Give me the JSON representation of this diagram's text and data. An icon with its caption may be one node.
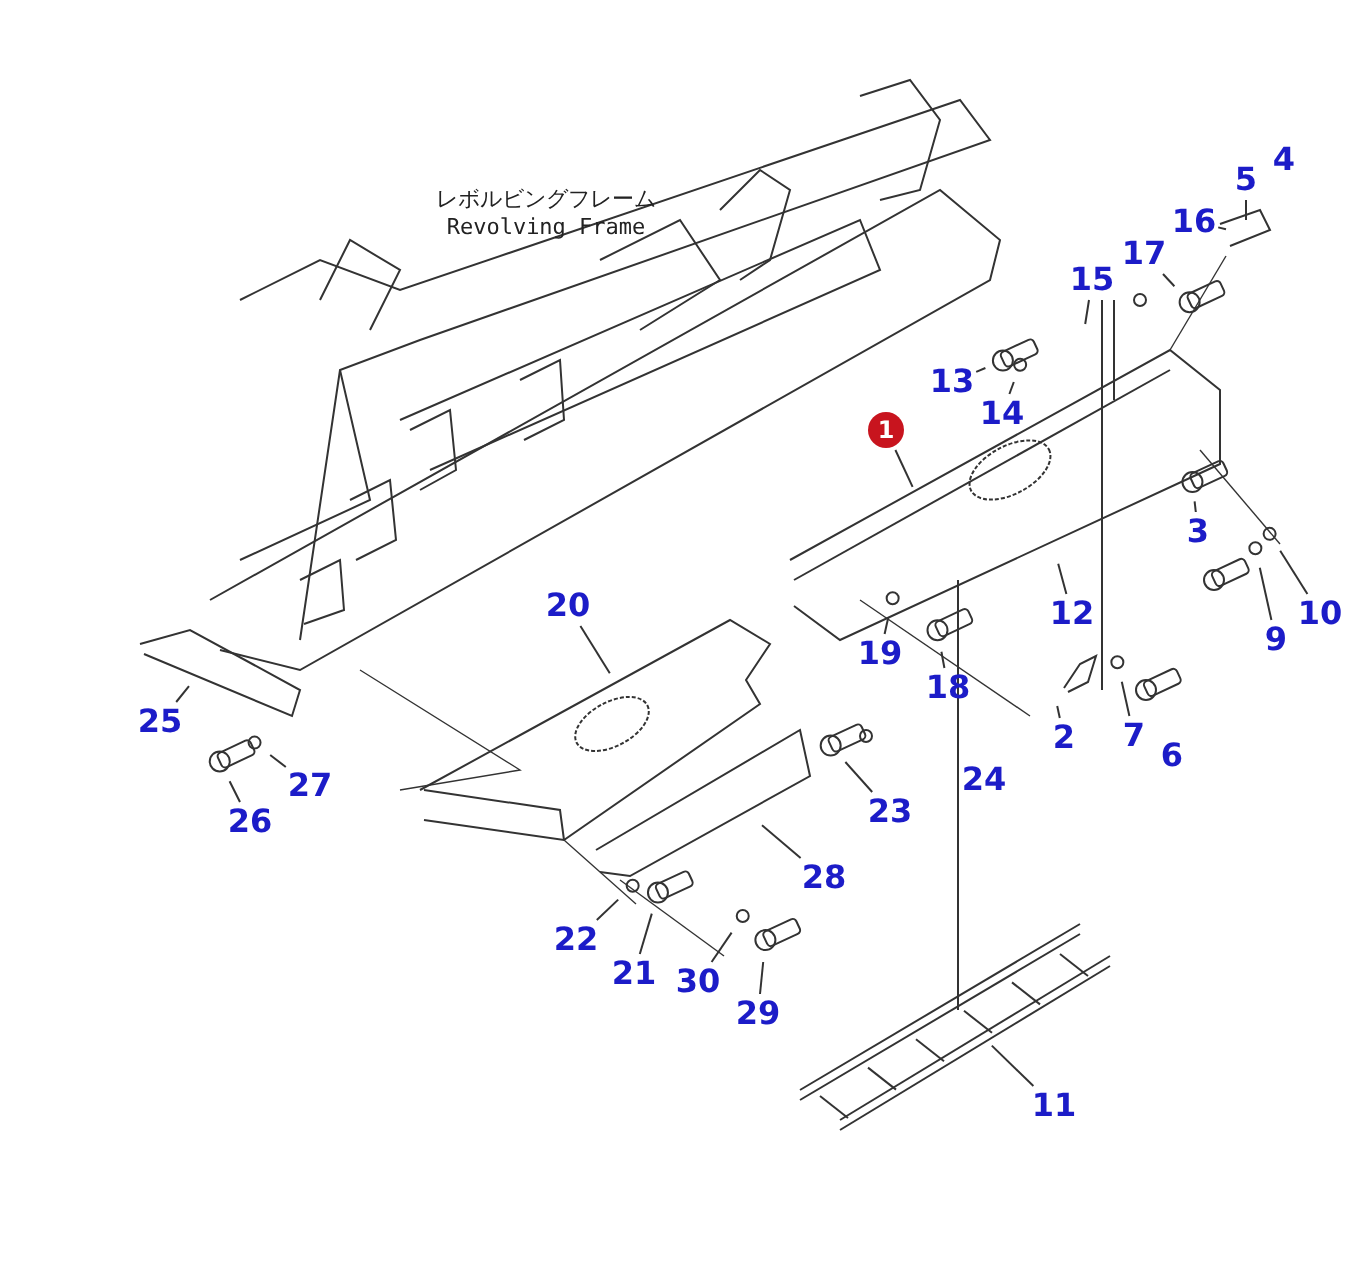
{
  "diagram": {
    "nodes": [
      {
        "text": [
          "1"
        ]
      },
      {
        "text": [
          "2"
        ]
      },
      {
        "text": [
          "3"
        ]
      },
      {
        "text": [
          "5"
        ]
      },
      {
        "text": [
          "7"
        ]
      },
      {
        "text": [
          "9"
        ]
      },
      {
        "text": [
          "10"
        ]
      },
      {
        "text": [
          "11"
        ]
      },
      {
        "text": [
          "12"
        ]
      },
      {
        "text": [
          "13"
        ]
      },
      {
        "text": [
          "14"
        ]
      },
      {
        "text": [
          "15"
        ]
      },
      {
        "text": [
          "16"
        ]
      },
      {
        "text": [
          "17"
        ]
      },
      {
        "text": [
          "18"
        ]
      },
      {
        "text": [
          "19"
        ]
      },
      {
        "text": [
          "20"
        ]
      },
      {
        "text": [
          "21"
        ]
      },
      {
        "text": [
          "22"
        ]
      },
      {
        "text": [
          "23"
        ]
      },
      {
        "text": [
          "25"
        ]
      },
      {
        "text": [
          "26"
        ]
      },
      {
        "text": [
          "27"
        ]
      },
      {
        "text": [
          "28"
        ]
      },
      {
        "text": [
          "29"
        ]
      },
      {
        "text": [
          "30"
        ]
      }
    ],
    "edges": [
      {
        "from": 0,
        "to": null,
        "arrow": "none"
      },
      {
        "from": 1,
        "to": null,
        "arrow": "none"
      },
      {
        "from": 2,
        "to": null,
        "arrow": "none"
      },
      {
        "from": 3,
        "to": null,
        "arrow": "none"
      },
      {
        "from": 4,
        "to": null,
        "arrow": "none"
      },
      {
        "from": 5,
        "to": null,
        "arrow": "none"
      },
      {
        "from": 6,
        "to": null,
        "arrow": "none"
      },
      {
        "from": 7,
        "to": null,
        "arrow": "none"
      },
      {
        "from": 8,
        "to": null,
        "arrow": "none"
      },
      {
        "from": 9,
        "to": null,
        "arrow": "none"
      },
      {
        "from": 10,
        "to": null,
        "arrow": "none"
      },
      {
        "from": 11,
        "to": null,
        "arrow": "none"
      },
      {
        "from": 12,
        "to": null,
        "arrow": "none"
      },
      {
        "from": 13,
        "to": null,
        "arrow": "none"
      },
      {
        "from": 14,
        "to": null,
        "arrow": "none"
      },
      {
        "from": 15,
        "to": null,
        "arrow": "none"
      },
      {
        "from": 16,
        "to": null,
        "arrow": "none"
      },
      {
        "from": 17,
        "to": null,
        "arrow": "none"
      },
      {
        "from": 18,
        "to": null,
        "arrow": "none"
      },
      {
        "from": 19,
        "to": null,
        "arrow": "none"
      },
      {
        "from": 20,
        "to": null,
        "arrow": "none"
      },
      {
        "from": 21,
        "to": null,
        "arrow": "none"
      },
      {
        "from": 22,
        "to": null,
        "arrow": "none"
      },
      {
        "from": 23,
        "to": null,
        "arrow": "none"
      },
      {
        "from": 24,
        "to": null,
        "arrow": "none"
      },
      {
        "from": 25,
        "to": null,
        "arrow": "none"
      }
    ],
    "labels": [
      "レボルビングフレーム",
      "Revolving Frame",
      "4",
      "6",
      "24"
    ]
  }
}
